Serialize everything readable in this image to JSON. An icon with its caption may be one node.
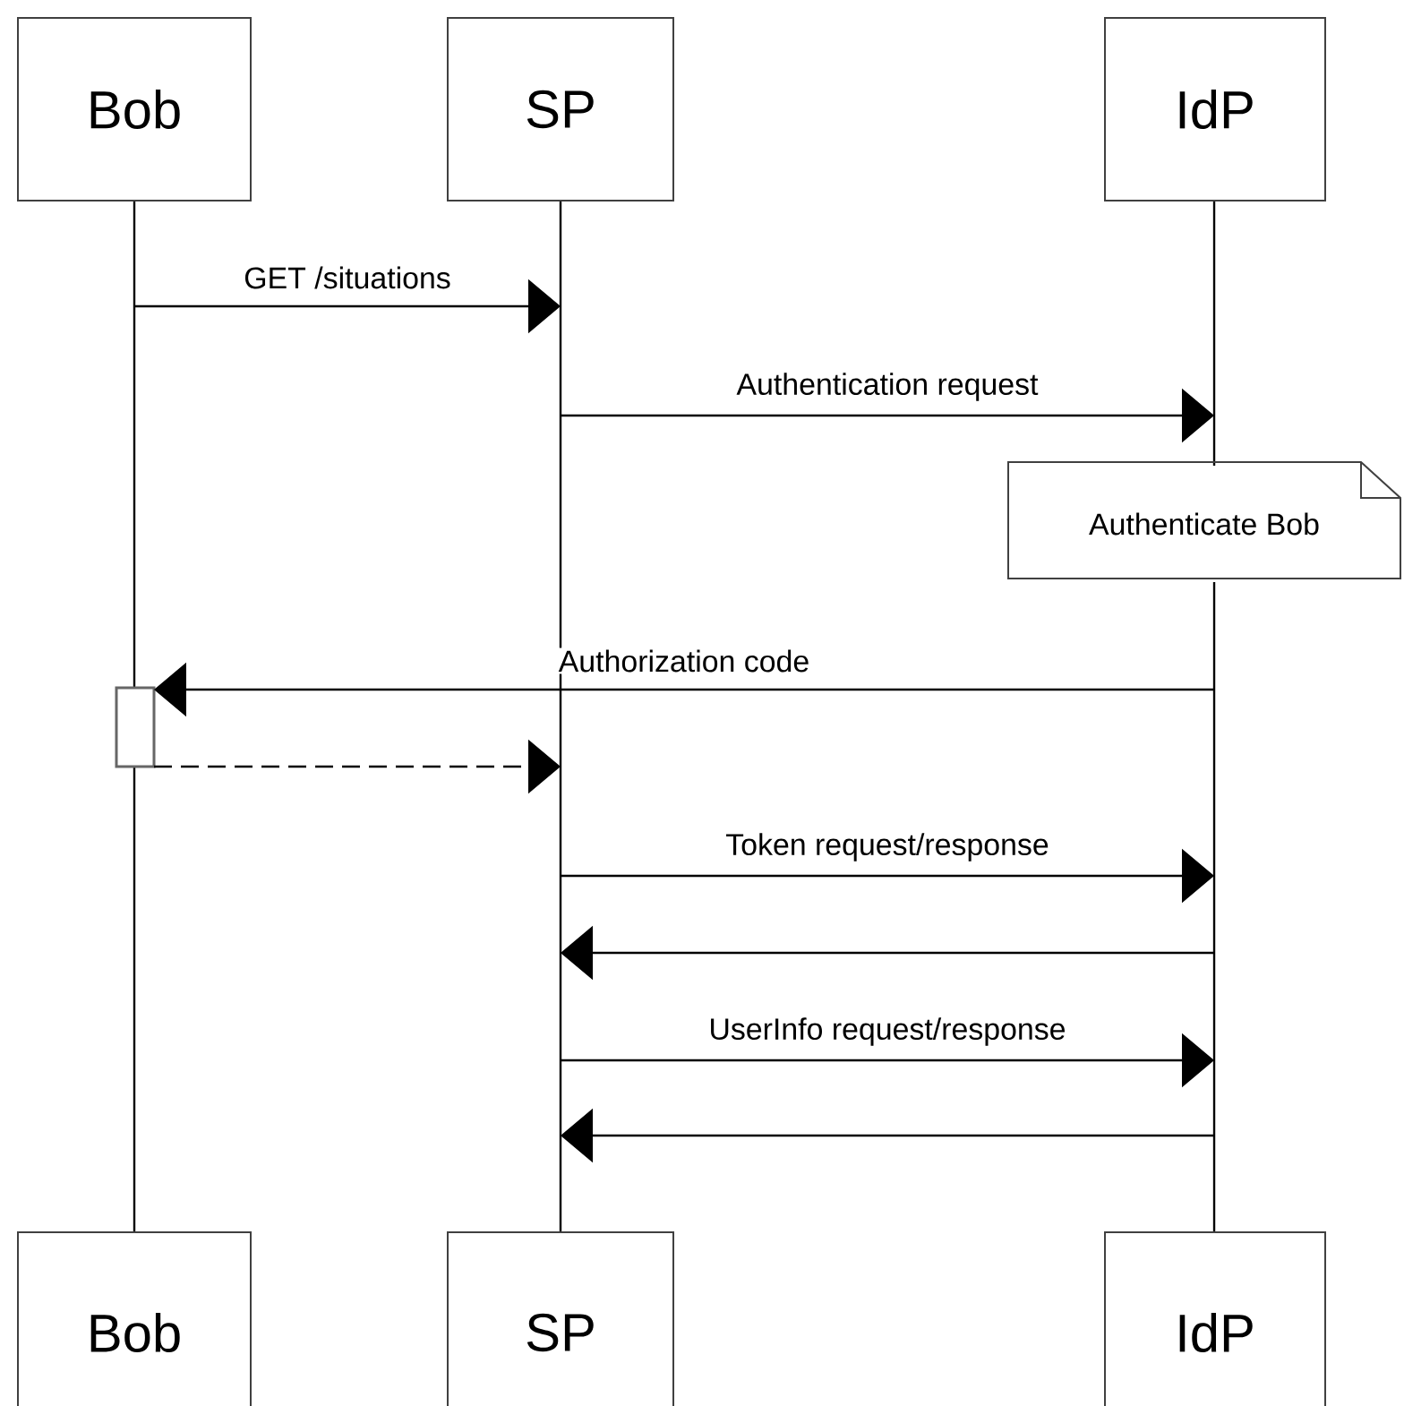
{
  "diagram": {
    "nodes": [
      {
        "text": [
          "Bob"
        ]
      },
      {
        "text": [
          "SP"
        ]
      },
      {
        "text": [
          "IdP"
        ]
      },
      {
        "text": [],
        "shape": "line"
      },
      {
        "text": [],
        "shape": "line"
      },
      {
        "text": [],
        "shape": "line"
      },
      {
        "text": [
          "Authenticate Bob"
        ]
      },
      {
        "text": [],
        "shape": "box"
      },
      {
        "text": [
          "Bob"
        ]
      },
      {
        "text": [
          "SP"
        ]
      },
      {
        "text": [
          "IdP"
        ]
      }
    ],
    "edges": [
      {
        "from": 3,
        "to": 4,
        "arrow": "to",
        "label": "GET /situations"
      },
      {
        "from": 4,
        "to": 5,
        "arrow": "to",
        "label": "Authentication request"
      },
      {
        "from": 5,
        "to": 7,
        "arrow": "to",
        "label": "Authorization code"
      },
      {
        "from": 7,
        "to": 4,
        "arrow": "to",
        "style": "dashed"
      },
      {
        "from": 4,
        "to": 5,
        "arrow": "to",
        "label": "Token request/response"
      },
      {
        "from": 5,
        "to": 4,
        "arrow": "to"
      },
      {
        "from": 4,
        "to": 5,
        "arrow": "to",
        "label": "UserInfo request/response"
      },
      {
        "from": 5,
        "to": 4,
        "arrow": "to"
      }
    ]
  }
}
